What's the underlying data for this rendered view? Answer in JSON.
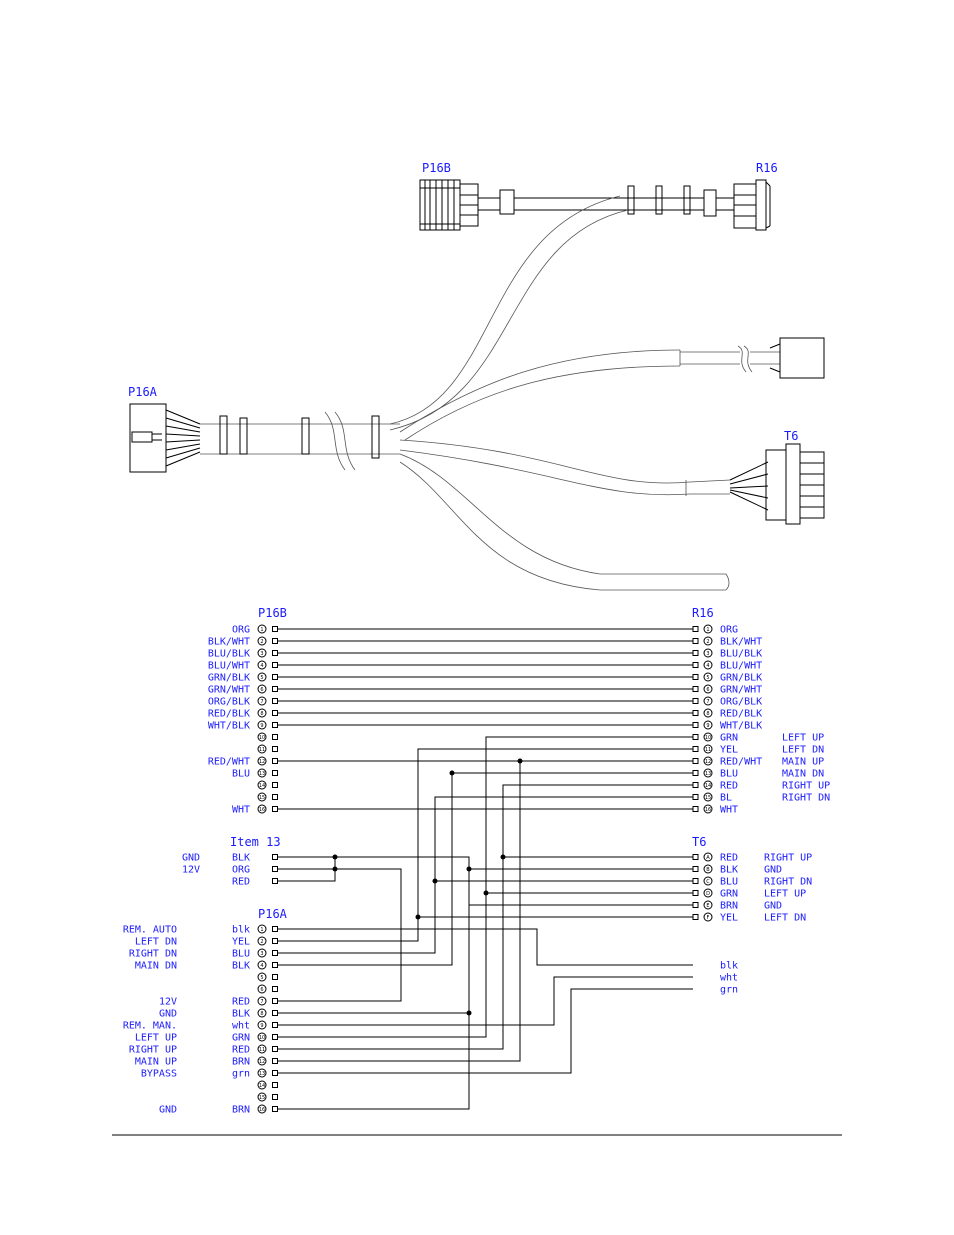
{
  "illustration": {
    "labels": {
      "p16b": "P16B",
      "r16": "R16",
      "p16a": "P16A",
      "t6": "T6"
    }
  },
  "schematic": {
    "headers": {
      "p16b": "P16B",
      "r16": "R16",
      "item13": "Item 13",
      "t6": "T6",
      "p16a": "P16A"
    },
    "p16b": [
      {
        "n": "1",
        "color": "ORG"
      },
      {
        "n": "2",
        "color": "BLK/WHT"
      },
      {
        "n": "3",
        "color": "BLU/BLK"
      },
      {
        "n": "4",
        "color": "BLU/WHT"
      },
      {
        "n": "5",
        "color": "GRN/BLK"
      },
      {
        "n": "6",
        "color": "GRN/WHT"
      },
      {
        "n": "7",
        "color": "ORG/BLK"
      },
      {
        "n": "8",
        "color": "RED/BLK"
      },
      {
        "n": "9",
        "color": "WHT/BLK"
      },
      {
        "n": "10",
        "color": ""
      },
      {
        "n": "11",
        "color": ""
      },
      {
        "n": "12",
        "color": "RED/WHT"
      },
      {
        "n": "13",
        "color": "BLU"
      },
      {
        "n": "14",
        "color": ""
      },
      {
        "n": "15",
        "color": ""
      },
      {
        "n": "16",
        "color": "WHT"
      }
    ],
    "r16": [
      {
        "n": "1",
        "color": "ORG",
        "func": ""
      },
      {
        "n": "2",
        "color": "BLK/WHT",
        "func": ""
      },
      {
        "n": "3",
        "color": "BLU/BLK",
        "func": ""
      },
      {
        "n": "4",
        "color": "BLU/WHT",
        "func": ""
      },
      {
        "n": "5",
        "color": "GRN/BLK",
        "func": ""
      },
      {
        "n": "6",
        "color": "GRN/WHT",
        "func": ""
      },
      {
        "n": "7",
        "color": "ORG/BLK",
        "func": ""
      },
      {
        "n": "8",
        "color": "RED/BLK",
        "func": ""
      },
      {
        "n": "9",
        "color": "WHT/BLK",
        "func": ""
      },
      {
        "n": "10",
        "color": "GRN",
        "func": "LEFT UP"
      },
      {
        "n": "11",
        "color": "YEL",
        "func": "LEFT DN"
      },
      {
        "n": "12",
        "color": "RED/WHT",
        "func": "MAIN UP"
      },
      {
        "n": "13",
        "color": "BLU",
        "func": "MAIN DN"
      },
      {
        "n": "14",
        "color": "RED",
        "func": "RIGHT UP"
      },
      {
        "n": "15",
        "color": "BL",
        "func": "RIGHT DN"
      },
      {
        "n": "16",
        "color": "WHT",
        "func": ""
      }
    ],
    "item13": [
      {
        "func": "GND",
        "color": "BLK"
      },
      {
        "func": "12V",
        "color": "ORG"
      },
      {
        "func": "",
        "color": "RED"
      }
    ],
    "t6": [
      {
        "n": "A",
        "color": "RED",
        "func": "RIGHT UP"
      },
      {
        "n": "B",
        "color": "BLK",
        "func": "GND"
      },
      {
        "n": "C",
        "color": "BLU",
        "func": "RIGHT DN"
      },
      {
        "n": "D",
        "color": "GRN",
        "func": "LEFT UP"
      },
      {
        "n": "E",
        "color": "BRN",
        "func": "GND"
      },
      {
        "n": "F",
        "color": "YEL",
        "func": "LEFT DN"
      }
    ],
    "p16a": [
      {
        "n": "1",
        "func": "REM. AUTO",
        "color": "blk"
      },
      {
        "n": "2",
        "func": "LEFT DN",
        "color": "YEL"
      },
      {
        "n": "3",
        "func": "RIGHT DN",
        "color": "BLU"
      },
      {
        "n": "4",
        "func": "MAIN DN",
        "color": "BLK"
      },
      {
        "n": "5",
        "func": "",
        "color": ""
      },
      {
        "n": "6",
        "func": "",
        "color": ""
      },
      {
        "n": "7",
        "func": "12V",
        "color": "RED"
      },
      {
        "n": "8",
        "func": "GND",
        "color": "BLK"
      },
      {
        "n": "9",
        "func": "REM. MAN.",
        "color": "wht"
      },
      {
        "n": "10",
        "func": "LEFT UP",
        "color": "GRN"
      },
      {
        "n": "11",
        "func": "RIGHT UP",
        "color": "RED"
      },
      {
        "n": "12",
        "func": "MAIN UP",
        "color": "BRN"
      },
      {
        "n": "13",
        "func": "BYPASS",
        "color": "grn"
      },
      {
        "n": "14",
        "func": "",
        "color": ""
      },
      {
        "n": "15",
        "func": "",
        "color": ""
      },
      {
        "n": "16",
        "func": "GND",
        "color": "BRN"
      }
    ],
    "loose": [
      "blk",
      "wht",
      "grn"
    ]
  }
}
